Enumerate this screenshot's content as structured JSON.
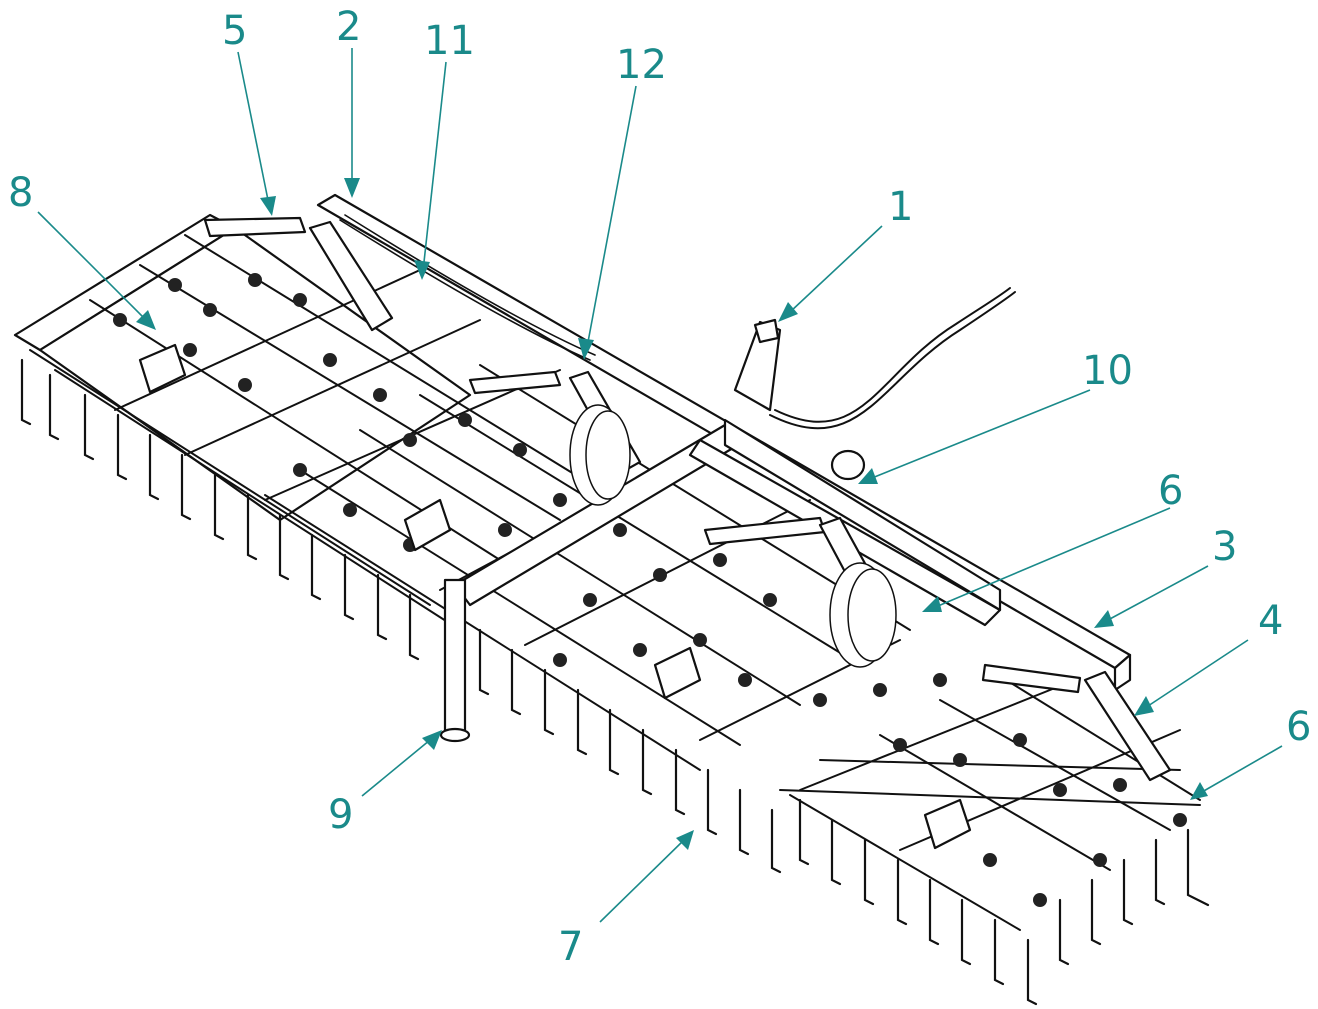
{
  "diagram": {
    "callouts": [
      {
        "id": "c1",
        "label": "1"
      },
      {
        "id": "c2",
        "label": "2"
      },
      {
        "id": "c3",
        "label": "3"
      },
      {
        "id": "c4",
        "label": "4"
      },
      {
        "id": "c5",
        "label": "5"
      },
      {
        "id": "c6a",
        "label": "6"
      },
      {
        "id": "c6b",
        "label": "6"
      },
      {
        "id": "c7",
        "label": "7"
      },
      {
        "id": "c8",
        "label": "8"
      },
      {
        "id": "c9",
        "label": "9"
      },
      {
        "id": "c10",
        "label": "10"
      },
      {
        "id": "c11",
        "label": "11"
      },
      {
        "id": "c12",
        "label": "12"
      }
    ],
    "colors": {
      "callout": "#1a8a8a",
      "line_art": "#111111",
      "background": "#ffffff"
    }
  }
}
